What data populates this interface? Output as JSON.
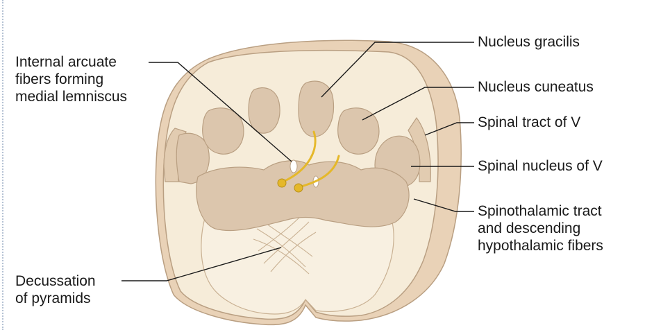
{
  "labels": {
    "internal_arcuate": "Internal arcuate\nfibers forming\nmedial lemniscus",
    "decussation": "Decussation\nof pyramids",
    "nucleus_gracilis": "Nucleus gracilis",
    "nucleus_cuneatus": "Nucleus cuneatus",
    "spinal_tract_v": "Spinal tract of V",
    "spinal_nucleus_v": "Spinal nucleus of V",
    "spinothalamic": "Spinothalamic tract\nand descending\nhypothalamic fibers"
  },
  "colors": {
    "white_matter": "#f6ecd9",
    "outer_rim": "#e9d2b7",
    "gray_matter": "#dcc6ad",
    "outline": "#b99f82",
    "fiber": "#e5b82a",
    "leader": "#1a1a1a"
  }
}
